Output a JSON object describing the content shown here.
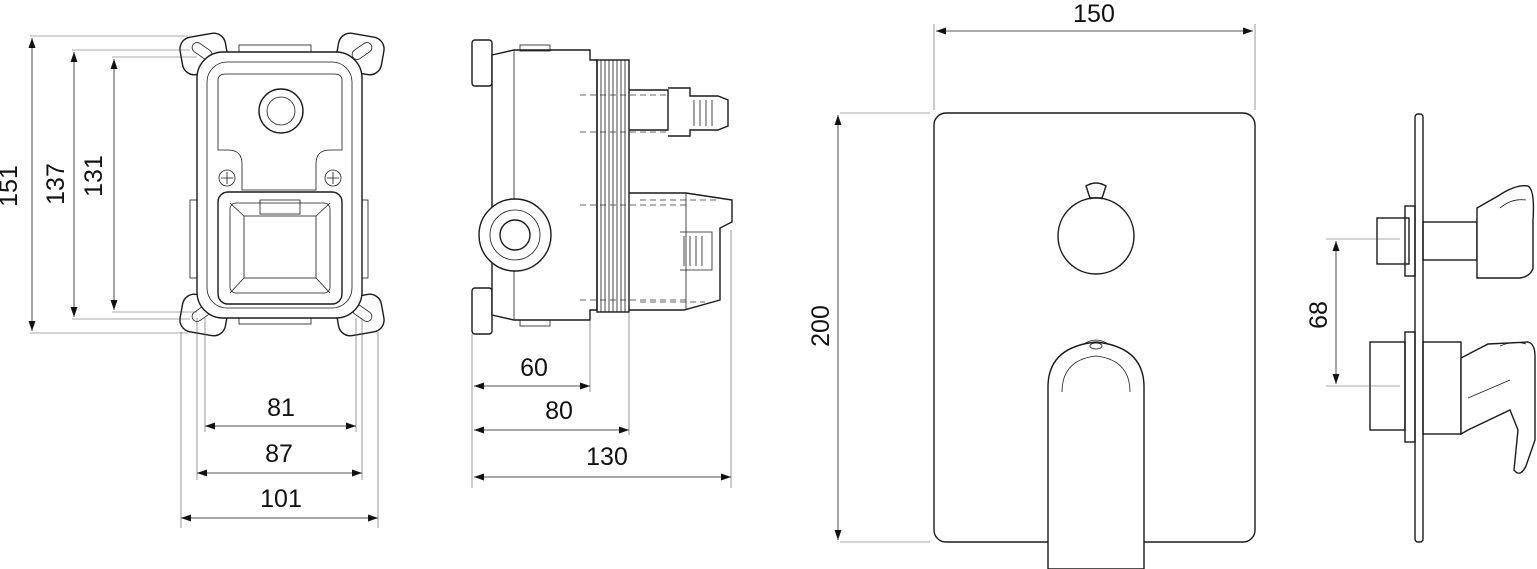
{
  "front_view": {
    "dim_width_inner": "81",
    "dim_width_mid": "87",
    "dim_width_outer": "101",
    "dim_height_outer": "151",
    "dim_height_mid": "137",
    "dim_height_inner": "131"
  },
  "side_view": {
    "dim_depth_1": "60",
    "dim_depth_2": "80",
    "dim_depth_3": "130"
  },
  "plate_view": {
    "dim_width": "150",
    "dim_height": "200"
  },
  "profile_view": {
    "dim_spacing": "68"
  }
}
